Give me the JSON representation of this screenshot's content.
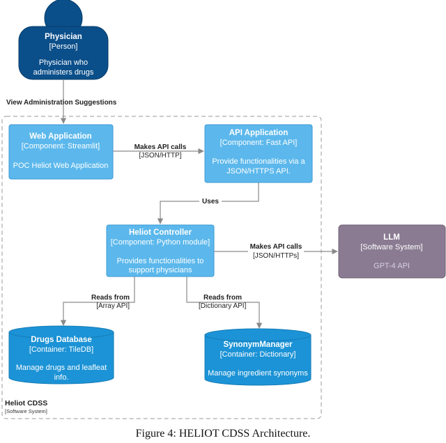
{
  "colors": {
    "person": "#0b4f8a",
    "component": "#5cb8ec",
    "component_border": "#3d9ad3",
    "container": "#1c93d6",
    "software_system": "#8a7b92",
    "edge": "#8a8a8a",
    "boundary": "#9a9a9a"
  },
  "person": {
    "name": "Physician",
    "type": "[Person]",
    "description_line1": "Physician who",
    "description_line2": "administers drugs"
  },
  "boundary": {
    "name": "Heliot CDSS",
    "type": "[Software System]"
  },
  "web_app": {
    "name": "Web Application",
    "type": "[Component: Streamlit]",
    "description": "POC Heliot Web Application"
  },
  "api_app": {
    "name": "API Application",
    "type": "[Component: Fast API]",
    "description_line1": "Provide functionalities via a",
    "description_line2": "JSON/HTTPS API."
  },
  "controller": {
    "name": "Heliot Controller",
    "type": "[Component: Python module]",
    "description_line1": "Provides functionalities to",
    "description_line2": "support physicians"
  },
  "llm": {
    "name": "LLM",
    "type": "[Software System]",
    "description": "GPT-4 API"
  },
  "drugs_db": {
    "name": "Drugs Database",
    "type": "[Container: TileDB]",
    "description_line1": "Manage drugs and leafleat",
    "description_line2": "info."
  },
  "synonym": {
    "name": "SynonymManager",
    "type": "[Container: Dictionary]",
    "description": "Manage ingredient synonyms"
  },
  "edges": {
    "view_suggestions": "View Administration Suggestions",
    "web_to_api": "Makes API calls",
    "web_to_api_tech": "[JSON/HTTP]",
    "uses": "Uses",
    "ctrl_to_llm": "Makes API calls",
    "ctrl_to_llm_tech": "[JSON/HTTPs]",
    "reads_array": "Reads from",
    "reads_array_tech": "[Array API]",
    "reads_dict": "Reads from",
    "reads_dict_tech": "[Dictionary API]"
  },
  "caption": "Figure 4: HELIOT CDSS Architecture."
}
